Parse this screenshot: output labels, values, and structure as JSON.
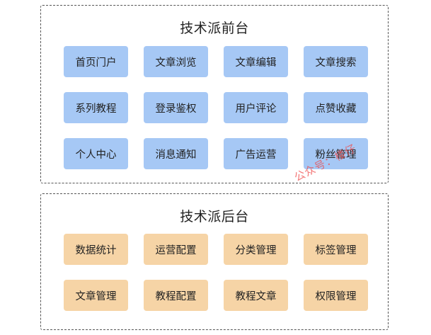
{
  "front": {
    "title": "技术派前台",
    "items": [
      "首页门户",
      "文章浏览",
      "文章编辑",
      "文章搜索",
      "系列教程",
      "登录鉴权",
      "用户评论",
      "点赞收藏",
      "个人中心",
      "消息通知",
      "广告运营",
      "粉丝管理"
    ],
    "color": "#a6c8f5"
  },
  "back": {
    "title": "技术派后台",
    "items": [
      "数据统计",
      "运营配置",
      "分类管理",
      "标签管理",
      "文章管理",
      "教程配置",
      "教程文章",
      "权限管理"
    ],
    "color": "#f6d4a6"
  },
  "watermark": "公众号：楼仔"
}
